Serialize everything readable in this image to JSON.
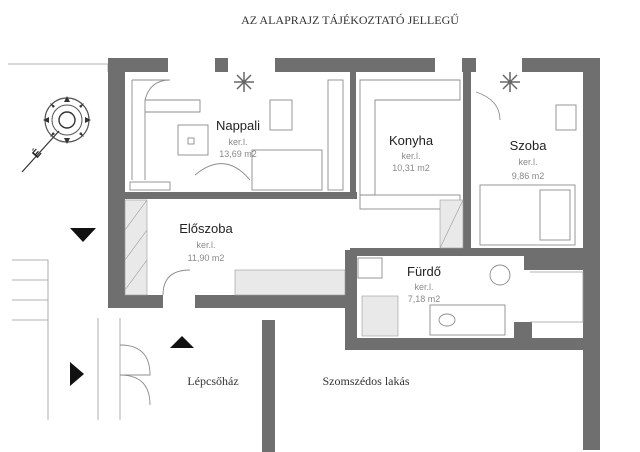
{
  "title": "AZ  ALAPRAJZ TÁJÉKOZTATÓ JELLEGŰ",
  "compass_label": "É",
  "rooms": [
    {
      "name": "Nappali",
      "sub1": "ker.l.",
      "sub2": "13,69  m2"
    },
    {
      "name": "Konyha",
      "sub1": "ker.l.",
      "sub2": "10,31  m2"
    },
    {
      "name": "Szoba",
      "sub1": "ker.l.",
      "sub2": "9,86  m2"
    },
    {
      "name": "Előszoba",
      "sub1": "ker.l.",
      "sub2": "11,90  m2"
    },
    {
      "name": "Fürdő",
      "sub1": "ker.l.",
      "sub2": "7,18  m2"
    }
  ],
  "outside": {
    "stairwell": "Lépcsőház",
    "neighbor": "Szomszédos lakás"
  },
  "colors": {
    "wall": "#6f6f6f",
    "line": "#9a9a9a",
    "text": "#222222"
  }
}
